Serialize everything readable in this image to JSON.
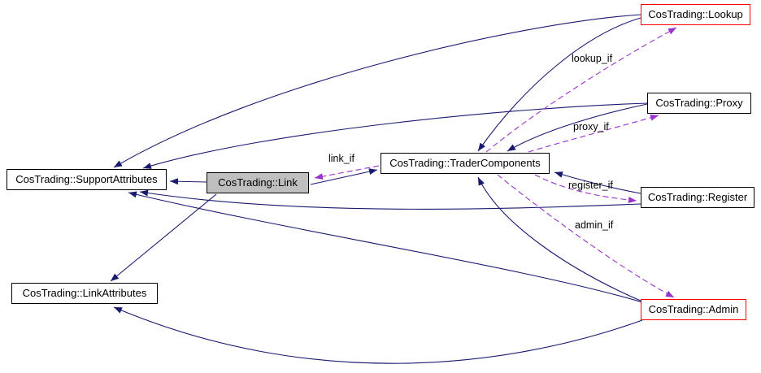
{
  "diagram": {
    "colors": {
      "inherit_edge": "#191970",
      "usage_edge": "#9a32cd",
      "highlight_border": "#ff0000",
      "node_border": "#000000",
      "selected_node_fill": "#bfbfbf",
      "node_fill": "#ffffff",
      "background": "#ffffff"
    },
    "nodes": {
      "support_attributes": {
        "label": "CosTrading::SupportAttributes"
      },
      "link": {
        "label": "CosTrading::Link"
      },
      "trader_components": {
        "label": "CosTrading::TraderComponents"
      },
      "lookup": {
        "label": "CosTrading::Lookup"
      },
      "proxy": {
        "label": "CosTrading::Proxy"
      },
      "register": {
        "label": "CosTrading::Register"
      },
      "admin": {
        "label": "CosTrading::Admin"
      },
      "link_attributes": {
        "label": "CosTrading::LinkAttributes"
      }
    },
    "edge_labels": {
      "lookup_if": {
        "text": "lookup_if"
      },
      "proxy_if": {
        "text": "proxy_if"
      },
      "link_if": {
        "text": "link_if"
      },
      "register_if": {
        "text": "register_if"
      },
      "admin_if": {
        "text": "admin_if"
      }
    }
  }
}
